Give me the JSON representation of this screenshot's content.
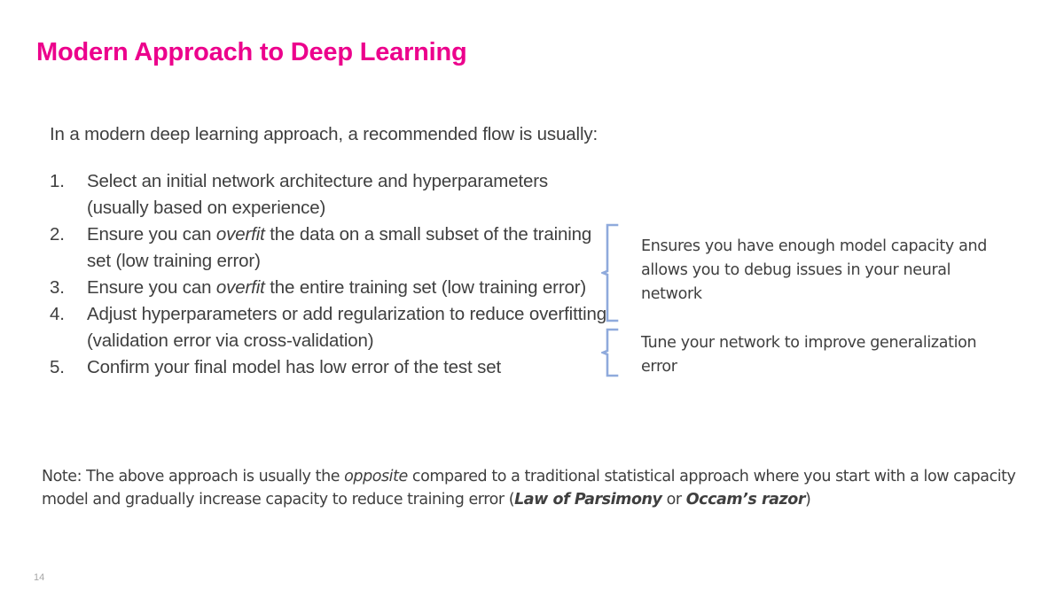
{
  "slide": {
    "title": "Modern Approach to Deep Learning",
    "title_color": "#ec008c",
    "body_color": "#3f3f3f",
    "bracket_color": "#8faadc",
    "background_color": "#ffffff",
    "page_number": "14"
  },
  "intro": {
    "text": "In a modern deep learning approach, a recommended flow is usually:"
  },
  "steps": [
    {
      "number": "1.",
      "segments": [
        {
          "text": "Select an initial network architecture and hyperparameters (usually based on experience)",
          "style": "normal"
        }
      ],
      "plain": "Select an initial network architecture and hyperparameters (usually based on experience)"
    },
    {
      "number": "2.",
      "segments": [
        {
          "text": "Ensure you can ",
          "style": "normal"
        },
        {
          "text": "overfit",
          "style": "italic"
        },
        {
          "text": " the data on a small subset of the training set (low training error)",
          "style": "normal"
        }
      ],
      "plain": "Ensure you can overfit the data on a small subset of the training set (low training error)"
    },
    {
      "number": "3.",
      "segments": [
        {
          "text": "Ensure you can ",
          "style": "normal"
        },
        {
          "text": "overfit",
          "style": "italic"
        },
        {
          "text": " the entire training set (low training error)",
          "style": "normal"
        }
      ],
      "plain": "Ensure you can overfit the entire training set (low training error)"
    },
    {
      "number": "4.",
      "segments": [
        {
          "text": "Adjust hyperparameters or add regularization to reduce overfitting (validation error via cross-validation)",
          "style": "normal"
        }
      ],
      "plain": "Adjust hyperparameters or add regularization to reduce overfitting (validation error via cross-validation)"
    },
    {
      "number": "5.",
      "segments": [
        {
          "text": "Confirm your final model has low error of the test set",
          "style": "normal"
        }
      ],
      "plain": "Confirm your final model has low error of the test set"
    }
  ],
  "annotations": [
    {
      "text": "Ensures you have enough model capacity and allows you to debug issues in your neural network",
      "covers_steps": "2-3"
    },
    {
      "text": "Tune your network to improve generalization error",
      "covers_steps": "4"
    }
  ],
  "note": {
    "segments": [
      {
        "text": "Note: The above approach is usually the ",
        "style": "normal"
      },
      {
        "text": "opposite",
        "style": "italic"
      },
      {
        "text": " compared to a traditional statistical approach where you start with a low capacity model and gradually increase capacity to reduce training error (",
        "style": "normal"
      },
      {
        "text": "Law of Parsimony",
        "style": "bold-italic"
      },
      {
        "text": " or ",
        "style": "normal"
      },
      {
        "text": "Occam’s razor",
        "style": "bold-italic"
      },
      {
        "text": ")",
        "style": "normal"
      }
    ],
    "plain": "Note: The above approach is usually the opposite compared to a traditional statistical approach where you start with a low capacity model and gradually increase capacity to reduce training error (Law of Parsimony or Occam’s razor)"
  }
}
